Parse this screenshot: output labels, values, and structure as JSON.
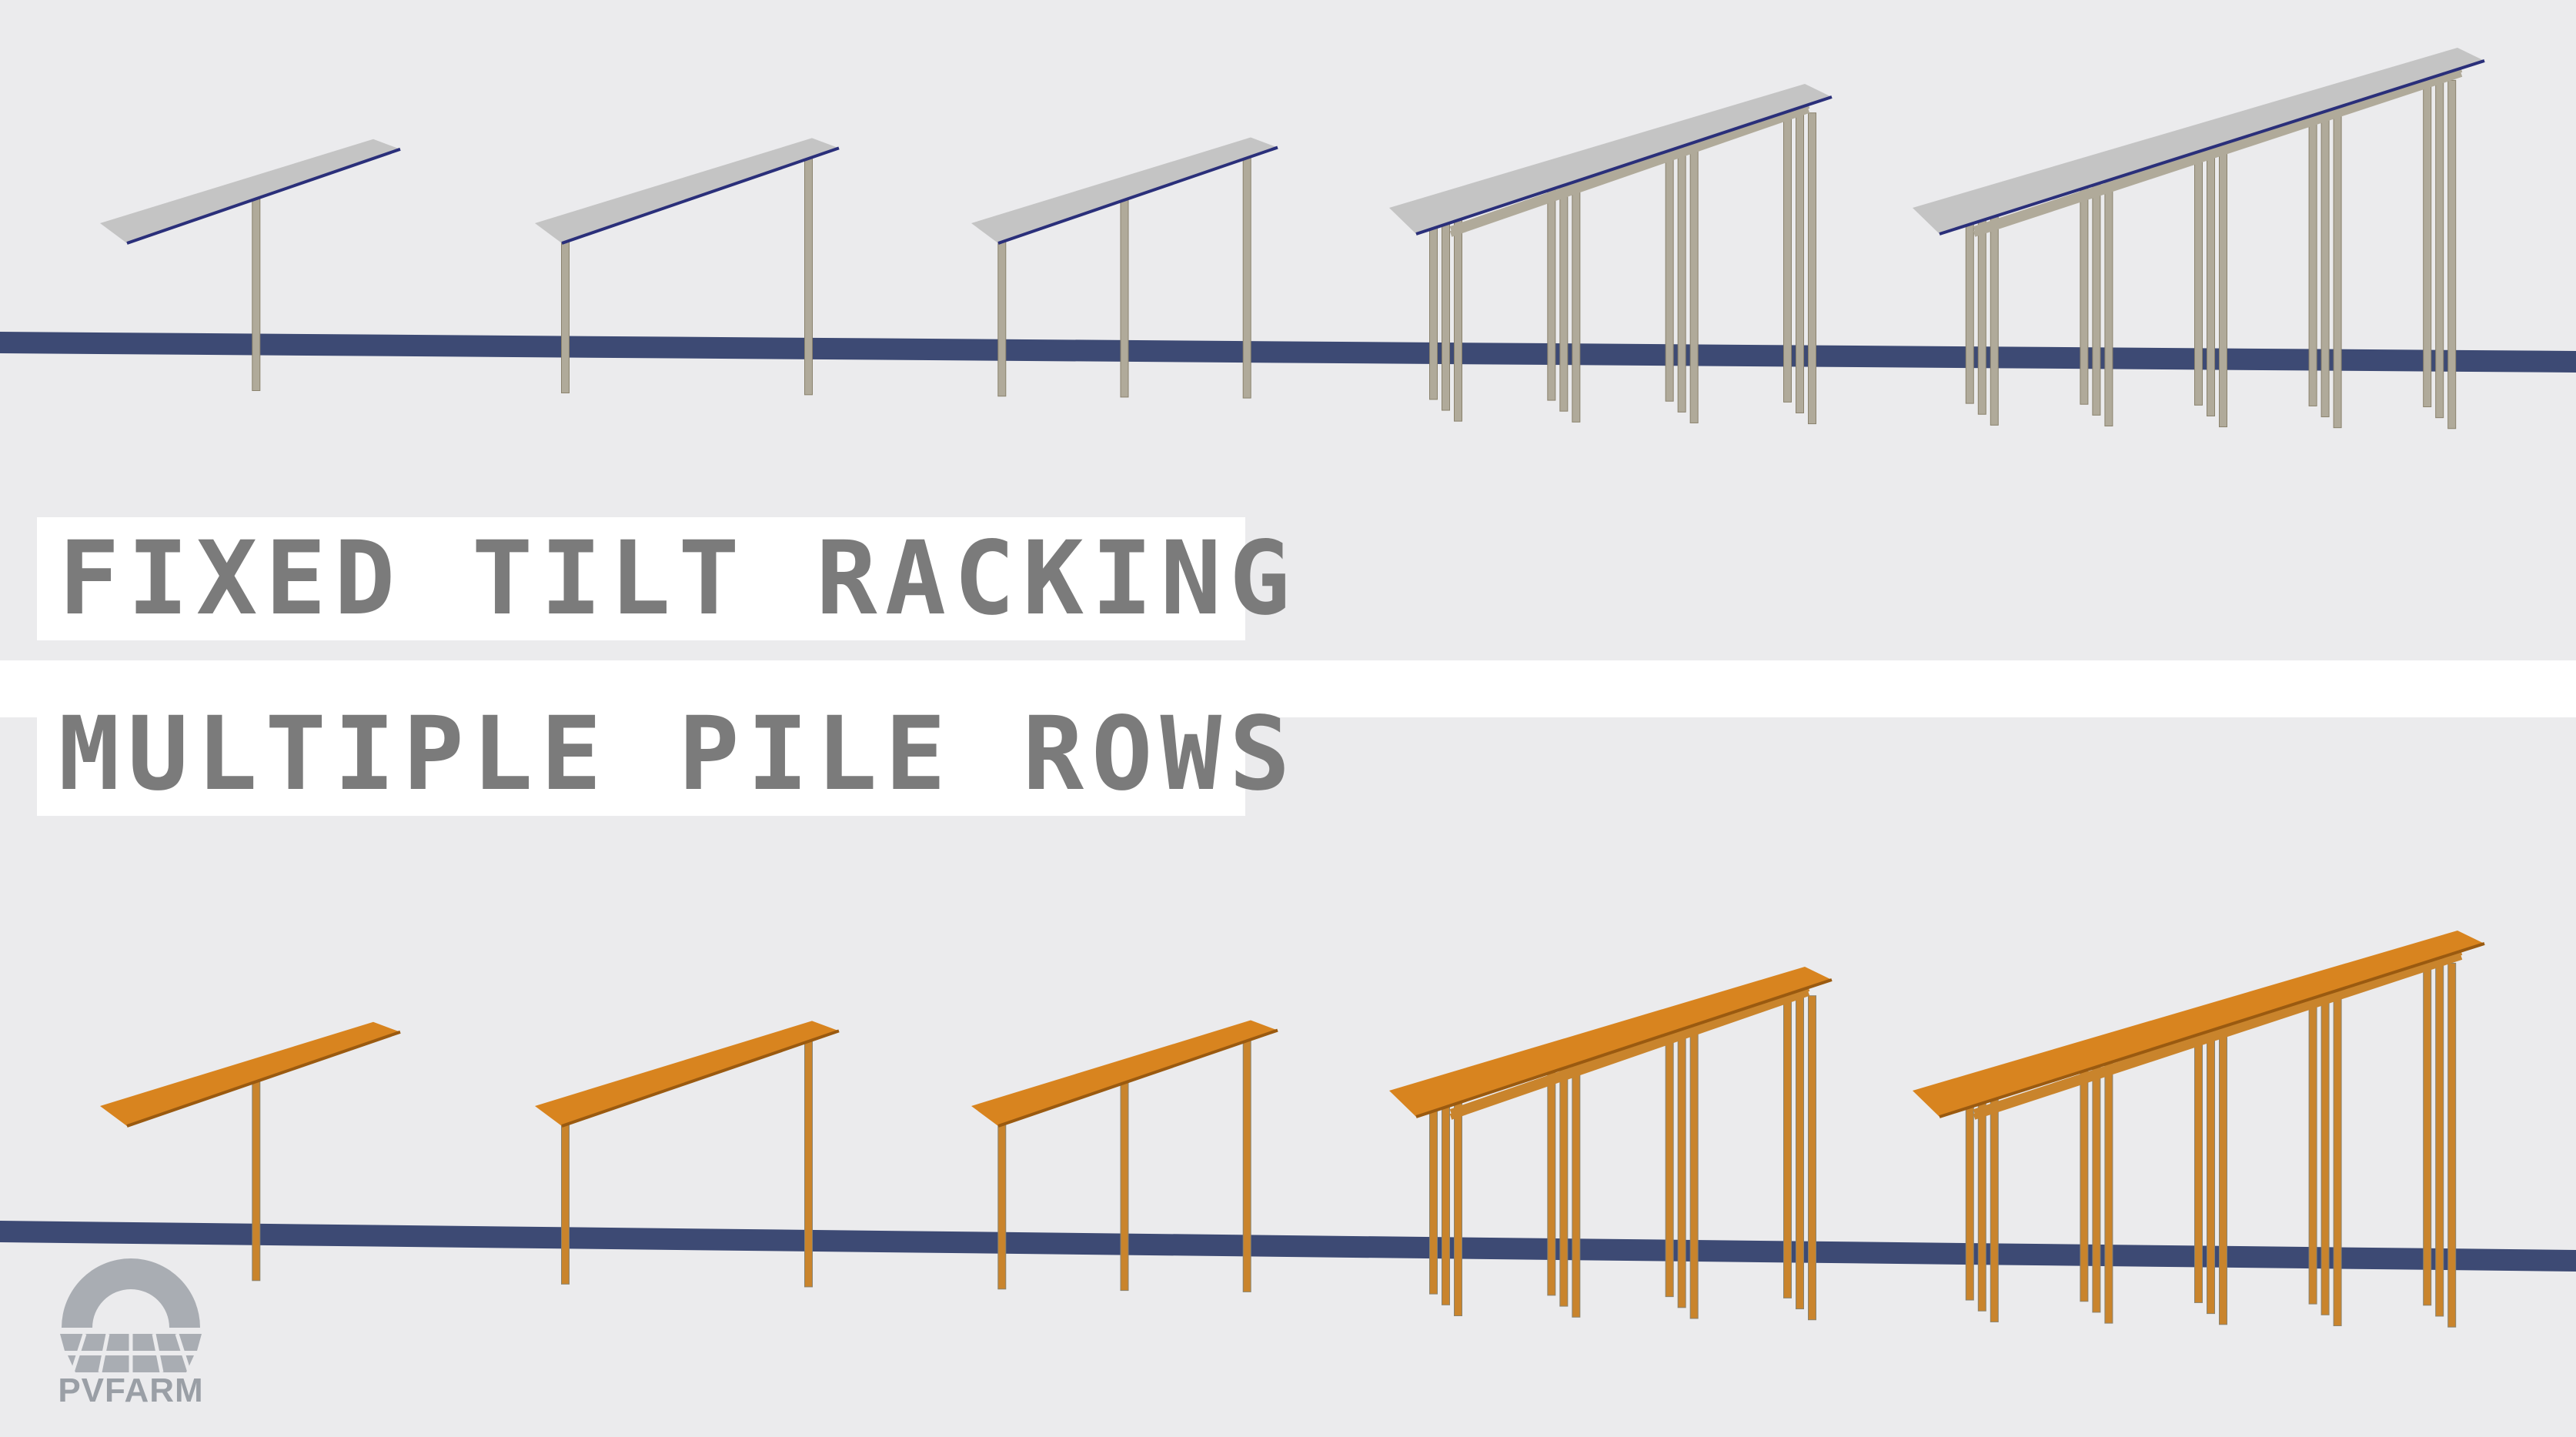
{
  "title": "FIXED TILT RACKING",
  "subtitle": "MULTIPLE PILE ROWS",
  "logo": {
    "icon": "pvfarm-sun-field-icon",
    "text": "PVFARM"
  },
  "colors": {
    "background": "#ebebed",
    "ground_line": "#3d4a74",
    "steel_panel": "#c4c4c4",
    "steel_edge": "#2a2f7a",
    "steel_post": "#b0aa9a",
    "wood_panel": "#d8841f",
    "wood_post": "#c9842c",
    "title_text": "#7b7b7b"
  },
  "rows": [
    {
      "name": "steel-row",
      "material": "steel",
      "tables": [
        {
          "pile_rows": 1,
          "pile_columns": 1
        },
        {
          "pile_rows": 1,
          "pile_columns": 2
        },
        {
          "pile_rows": 1,
          "pile_columns": 3
        },
        {
          "pile_rows": 3,
          "pile_columns": 4
        },
        {
          "pile_rows": 3,
          "pile_columns": 5
        }
      ]
    },
    {
      "name": "wood-row",
      "material": "wood",
      "tables": [
        {
          "pile_rows": 1,
          "pile_columns": 1
        },
        {
          "pile_rows": 1,
          "pile_columns": 2
        },
        {
          "pile_rows": 1,
          "pile_columns": 3
        },
        {
          "pile_rows": 3,
          "pile_columns": 4
        },
        {
          "pile_rows": 3,
          "pile_columns": 5
        }
      ]
    }
  ]
}
